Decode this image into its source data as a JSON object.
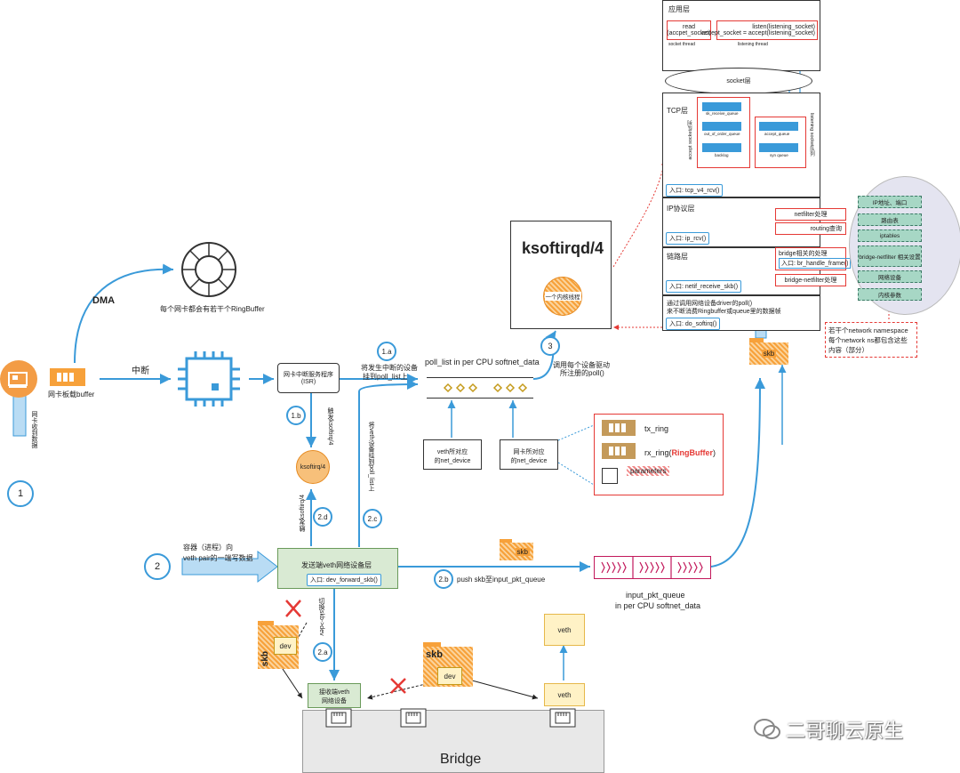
{
  "labels": {
    "dma": "DMA",
    "ringbuffer_note": "每个网卡都会有若干个RingBuffer",
    "nic_buffer": "网卡板载buffer",
    "nic_recv": "网卡收到数据",
    "interrupt": "中断",
    "isr_line1": "网卡中断服务程序",
    "isr_line2": "(ISR)",
    "step_1a": "1.a",
    "step_1a_desc_l1": "将发生中断的设备",
    "step_1a_desc_l2": "挂到poll_list上",
    "poll_list": "poll_list in per CPU softnet_data",
    "step_1b": "1.b",
    "trigger_ksoftirq": "触发ksoftirq/4",
    "ksoftirq_small": "ksoftirq/4",
    "ksoftirq_big": "ksoftirqd/4",
    "kernel_thread": "一个内核线程",
    "step_3": "3",
    "step_3_desc_l1": "调用每个设备驱动",
    "step_3_desc_l2": "所注册的poll()",
    "veth_dev_l1": "veth所对应",
    "veth_dev_l2": "的net_device",
    "nic_dev_l1": "网卡所对应",
    "nic_dev_l2": "的net_device",
    "tx_ring": "tx_ring",
    "rx_ring_prefix": "rx_ring(",
    "rx_ring_rb": "RingBuffer",
    "rx_ring_suffix": ")",
    "parameters": "parameters",
    "step_2": "2",
    "container_l1": "容器（进程）向",
    "container_l2": "veth pair的一端写数据",
    "send_veth": "发送端veth网络设备层",
    "entry_forward": "入口: dev_forward_skb()",
    "step_2b": "2.b",
    "push_skb": "push skb至input_pkt_queue",
    "skb": "skb",
    "input_pkt_l1": "input_pkt_queue",
    "input_pkt_l2": "in per CPU softnet_data",
    "step_2c": "2.c",
    "step_2c_desc": "将veth设备挂到poll_list上",
    "step_2d": "2.d",
    "step_2d_desc": "触发ksoftirq/4",
    "step_2a": "2.a",
    "switch_dev": "切换skb->dev",
    "dev": "dev",
    "recv_veth_l1": "接收端veth",
    "recv_veth_l2": "网络设备",
    "veth": "veth",
    "bridge": "Bridge",
    "watermark": "二哥聊云原生"
  },
  "stack": {
    "app_layer": "应用层",
    "read_l1": "read",
    "read_l2": "(accpet_socket)",
    "listen_l1": "listen(listening_socket)",
    "listen_l2": "accept_socket = accept(listening_socket)",
    "socket_thread": "socket thread",
    "listening_thread": "listening thread",
    "socket_layer": "socket层",
    "tcp_layer": "TCP层",
    "sk_receive_queue": "sk_receive_queue",
    "out_of_order_queue": "out_of_order_queue",
    "backlog": "backlog",
    "accept_queue": "accept_queue",
    "syn_queue": "syn queue",
    "accept_socket_queue": "accept socket队列",
    "listening_socket_queue": "listening socket队列",
    "tcp_entry": "入口: tcp_v4_rcv()",
    "ip_layer": "IP协议层",
    "ip_entry": "入口: ip_rcv()",
    "netfilter": "netfilter处理",
    "routing": "routing查询",
    "link_layer": "链路层",
    "bridge_proc": "bridge相关的处理",
    "br_handle": "入口: br_handle_frame()",
    "bridge_netfilter": "bridge-netfilter处理",
    "link_entry": "入口: netif_receive_skb()",
    "softirq_l1": "通过调用网络设备driver的poll()",
    "softirq_l2": "来不断消费Ringbuffer或queue里的数据帧",
    "softirq_entry": "入口: do_softirq()"
  },
  "ns_items": [
    "IP地址、端口",
    "路由表",
    "iptables",
    "bridge-netfilter 相关设置",
    "网络设备",
    "内核参数"
  ],
  "ns_note_l1": "若干个network namespace",
  "ns_note_l2": "每个network ns都包含这些",
  "ns_note_l3": "内容（部分）",
  "colors": {
    "blue": "#3a9ad9",
    "orange": "#f7a13a",
    "red": "#e53935",
    "green": "#a7d7c5",
    "crimson": "#c2185b"
  }
}
